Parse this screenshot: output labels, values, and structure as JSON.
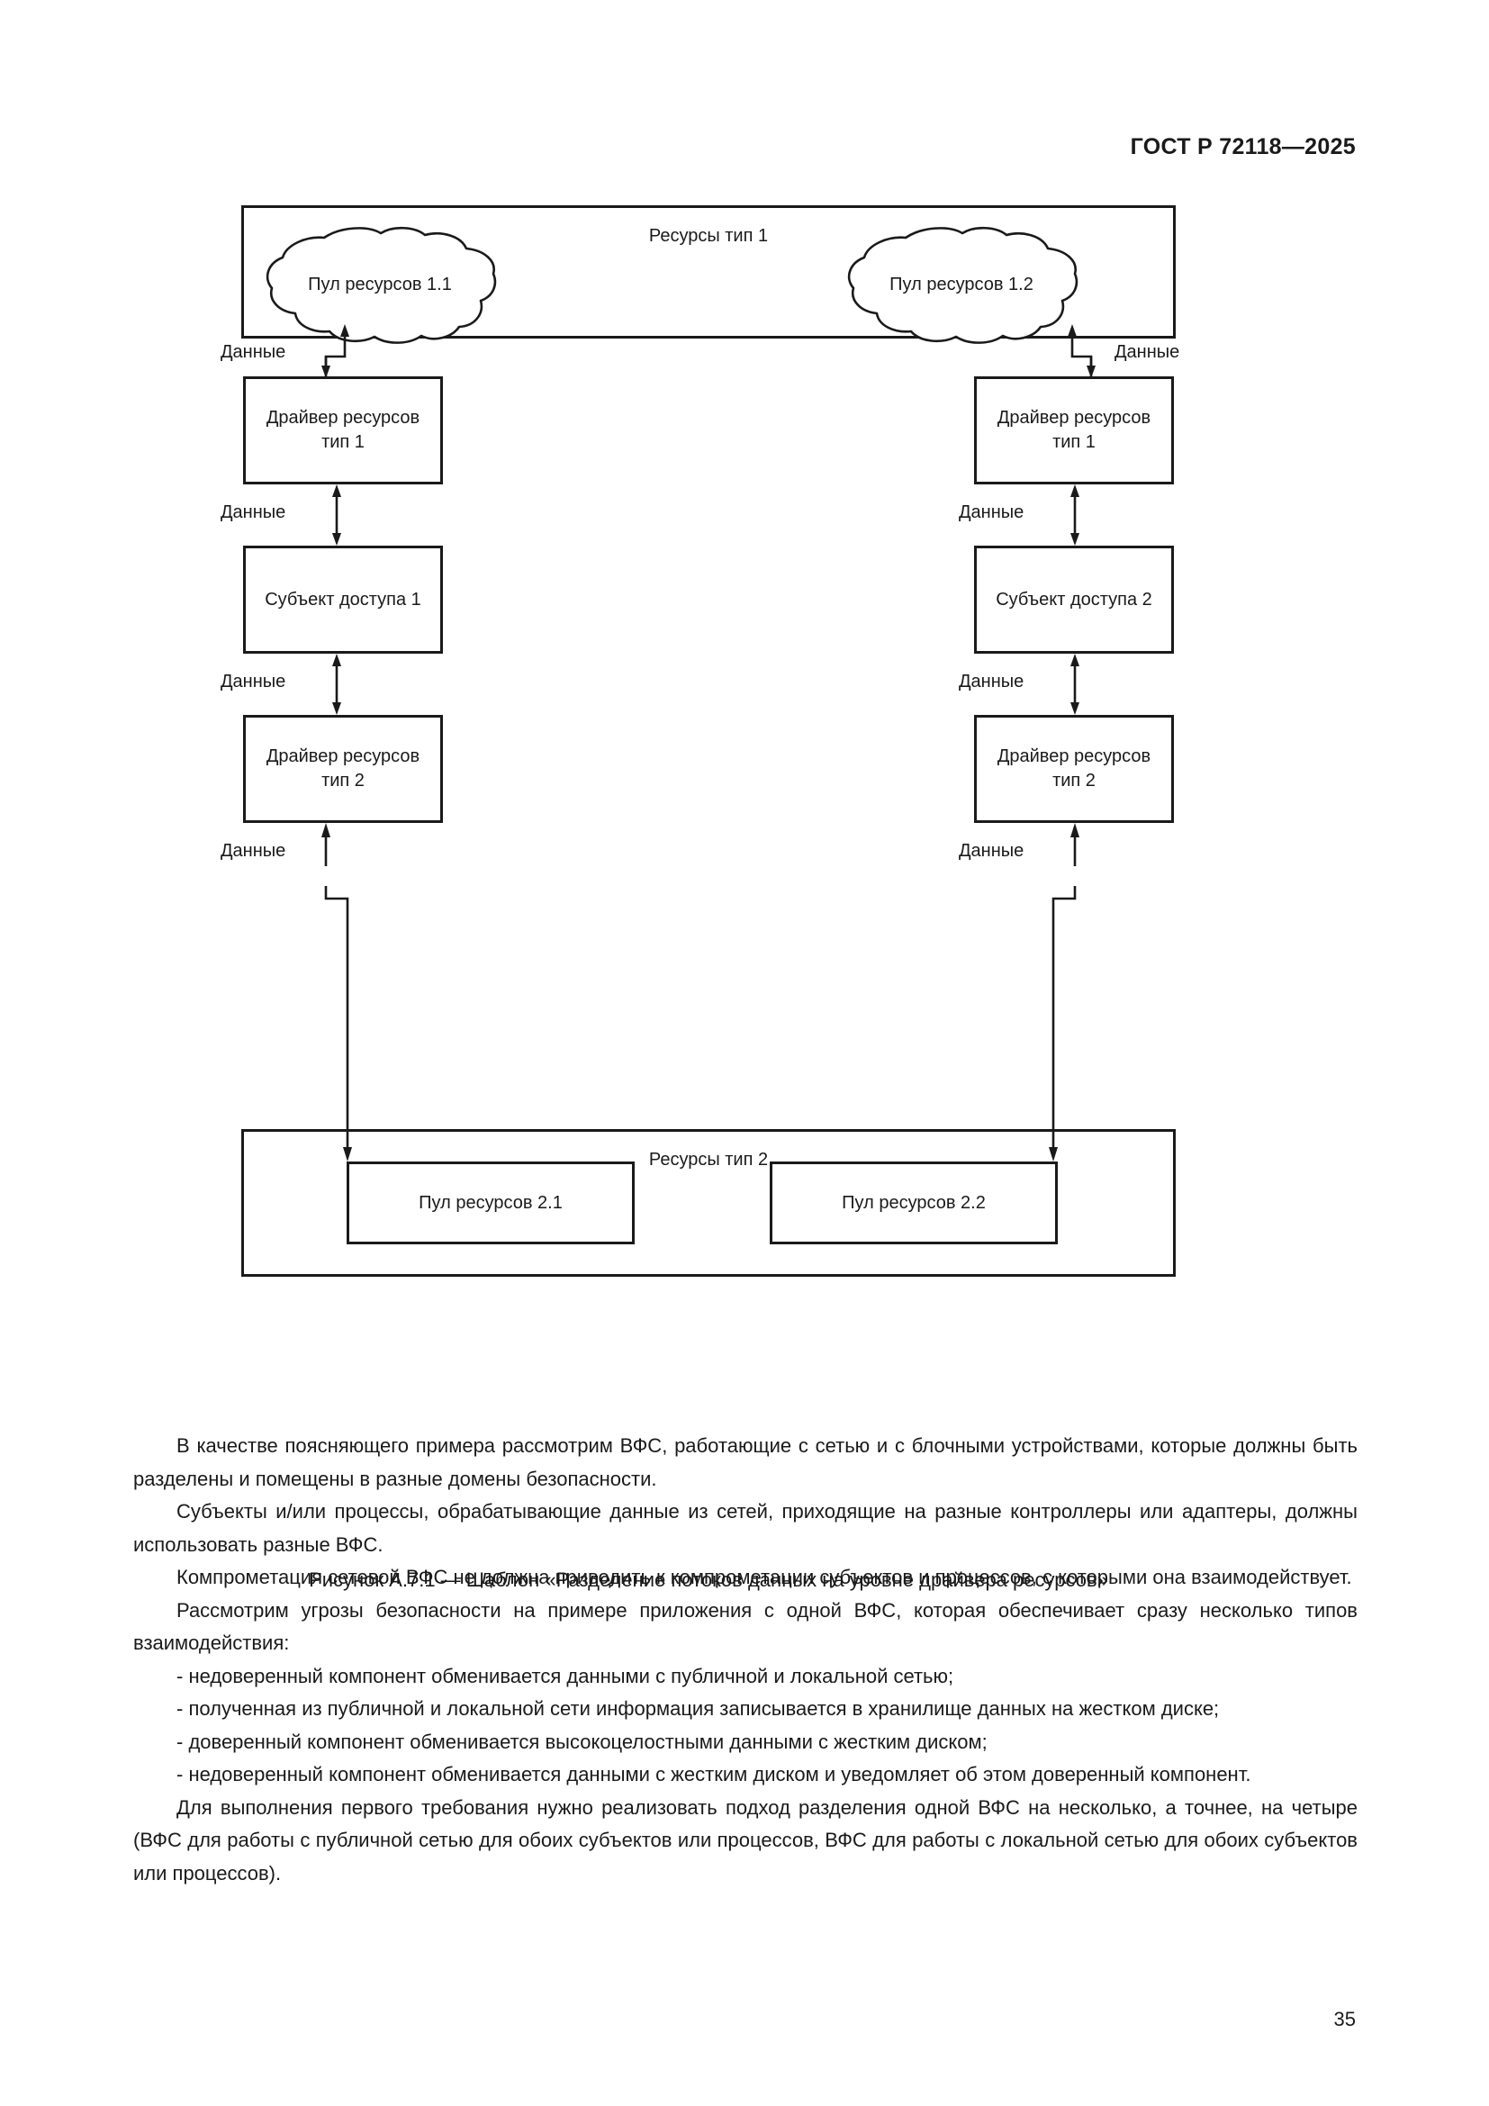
{
  "header": {
    "standard_id": "ГОСТ Р 72118—2025"
  },
  "figure": {
    "frames": [
      {
        "id": "res1",
        "title": "Ресурсы тип 1"
      },
      {
        "id": "res2",
        "title": "Ресурсы тип 2"
      }
    ],
    "clouds": [
      {
        "id": "pool-1-1",
        "label": "Пул ресурсов 1.1"
      },
      {
        "id": "pool-1-2",
        "label": "Пул ресурсов 1.2"
      }
    ],
    "boxes": {
      "driver1_left": "Драйвер ресурсов\nтип 1",
      "driver1_right": "Драйвер ресурсов\nтип 1",
      "subject_left": "Субъект доступа 1",
      "subject_right": "Субъект доступа 2",
      "driver2_left": "Драйвер ресурсов\nтип 2",
      "driver2_right": "Драйвер ресурсов\nтип 2",
      "pool_2_1": "Пул ресурсов 2.1",
      "pool_2_2": "Пул ресурсов 2.2"
    },
    "flow_label": "Данные",
    "flow_labels": [
      "Данные",
      "Данные",
      "Данные",
      "Данные",
      "Данные",
      "Данные",
      "Данные",
      "Данные",
      "Данные",
      "Данные"
    ],
    "caption": "Рисунок А.7.1 — Шаблон «Разделение потоков данных на уровне драйвера ресурсов»"
  },
  "body": {
    "paragraphs": [
      "В качестве поясняющего примера рассмотрим ВФС, работающие с сетью и с блочными устройствами, которые должны быть разделены и помещены в разные домены безопасности.",
      "Субъекты и/или процессы, обрабатывающие данные из сетей, приходящие на разные контроллеры или адаптеры, должны использовать разные ВФС.",
      "Компрометация сетевой ВФС не должна приводить к компрометации субъектов и процессов, с которыми она взаимодействует.",
      "Рассмотрим угрозы безопасности на примере приложения с одной ВФС, которая обеспечивает сразу несколько типов взаимодействия:",
      "- недоверенный компонент обменивается данными с публичной и локальной сетью;",
      "- полученная из публичной и локальной сети информация записывается в хранилище данных на жестком диске;",
      "- доверенный компонент обменивается высокоцелостными данными с жестким диском;",
      "- недоверенный компонент обменивается данными с жестким диском и уведомляет об этом доверенный компонент.",
      "Для выполнения первого требования нужно реализовать подход разделения одной ВФС на несколько, а точнее, на четыре (ВФС для работы с публичной сетью для обоих субъектов или процессов, ВФС для работы с локальной сетью для обоих субъектов или процессов)."
    ]
  },
  "footer": {
    "page_number": "35"
  },
  "colors": {
    "ink": "#1a1a1a",
    "paper": "#ffffff"
  }
}
